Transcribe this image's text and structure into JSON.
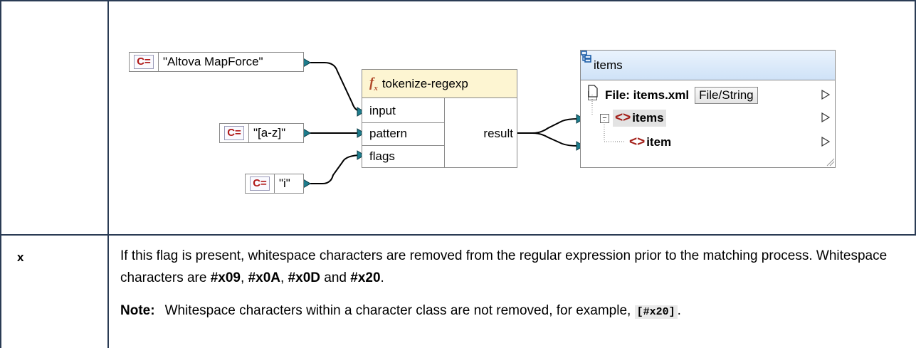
{
  "diagram": {
    "constants": [
      {
        "label": "C=",
        "value": "\"Altova MapForce\""
      },
      {
        "label": "C=",
        "value": "\"[a-z]\""
      },
      {
        "label": "C=",
        "value": "\"i\""
      }
    ],
    "function": {
      "icon": "function-icon",
      "name": "tokenize-regexp",
      "inputs": [
        "input",
        "pattern",
        "flags"
      ],
      "output": "result"
    },
    "target": {
      "icon": "schema-icon",
      "title": "items",
      "file_label": "File: items.xml",
      "file_button": "File/String",
      "element_root": "items",
      "element_child": "item"
    },
    "colors": {
      "connector": "#1d7c8c",
      "grid": "#2a3b54"
    }
  },
  "flag_row": {
    "flag": "x",
    "desc_a": "If this flag is present, whitespace characters are removed from the regular expression prior to the matching process. Whitespace characters are ",
    "code1": "#x09",
    "sep1": ", ",
    "code2": "#x0A",
    "sep2": ", ",
    "code3": "#x0D",
    "sep3": " and ",
    "code4": "#x20",
    "end": ".",
    "note_label": "Note:",
    "note_text": "Whitespace characters within a character class are not removed, for example, ",
    "note_code": "[#x20]",
    "note_end": "."
  }
}
